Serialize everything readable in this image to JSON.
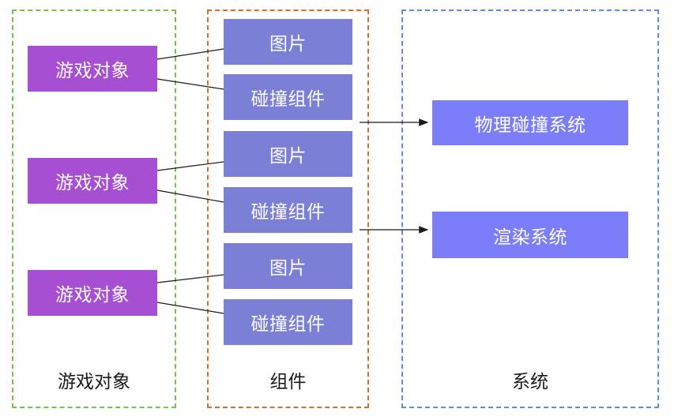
{
  "columns": {
    "objects": {
      "label": "游戏对象",
      "border_color": "#74c34a"
    },
    "components": {
      "label": "组件",
      "border_color": "#e06b2c"
    },
    "systems": {
      "label": "系统",
      "border_color": "#5c8fd6"
    }
  },
  "game_objects": [
    {
      "label": "游戏对象"
    },
    {
      "label": "游戏对象"
    },
    {
      "label": "游戏对象"
    }
  ],
  "components": [
    {
      "label": "图片"
    },
    {
      "label": "碰撞组件"
    },
    {
      "label": "图片"
    },
    {
      "label": "碰撞组件"
    },
    {
      "label": "图片"
    },
    {
      "label": "碰撞组件"
    }
  ],
  "systems": [
    {
      "label": "物理碰撞系统"
    },
    {
      "label": "渲染系统"
    }
  ],
  "colors": {
    "object_fill": "#a74fd3",
    "component_fill": "#7b7fd6",
    "system_fill": "#7b7ef8",
    "line": "#1a1a1a"
  }
}
